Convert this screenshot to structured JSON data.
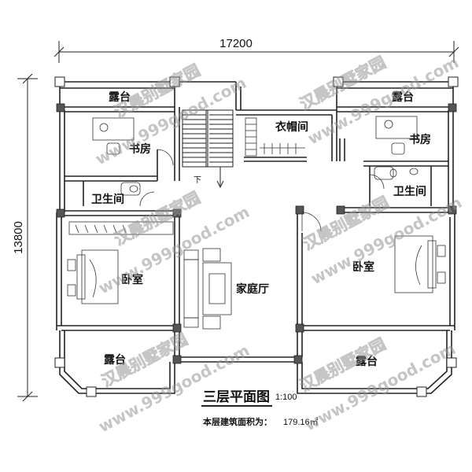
{
  "dimensions": {
    "width_label": "17200",
    "height_label": "13800"
  },
  "rooms": {
    "terrace_top_left": "露台",
    "terrace_top_right": "露台",
    "study_left": "书房",
    "study_right": "书房",
    "cloakroom": "衣帽间",
    "bath_left": "卫生间",
    "bath_right": "卫生间",
    "bedroom_left": "卧室",
    "bedroom_right": "卧室",
    "family_hall": "家庭厅",
    "terrace_bottom_left": "露台",
    "terrace_bottom_right": "露台",
    "stair_down": "下"
  },
  "caption": {
    "title": "三层平面图",
    "scale": "1:100",
    "area_label": "本层建筑面积为：",
    "area_value": "179.16㎡"
  },
  "watermarks": [
    {
      "name": "汉晨别墅家园",
      "url": "www.999good.com"
    }
  ]
}
